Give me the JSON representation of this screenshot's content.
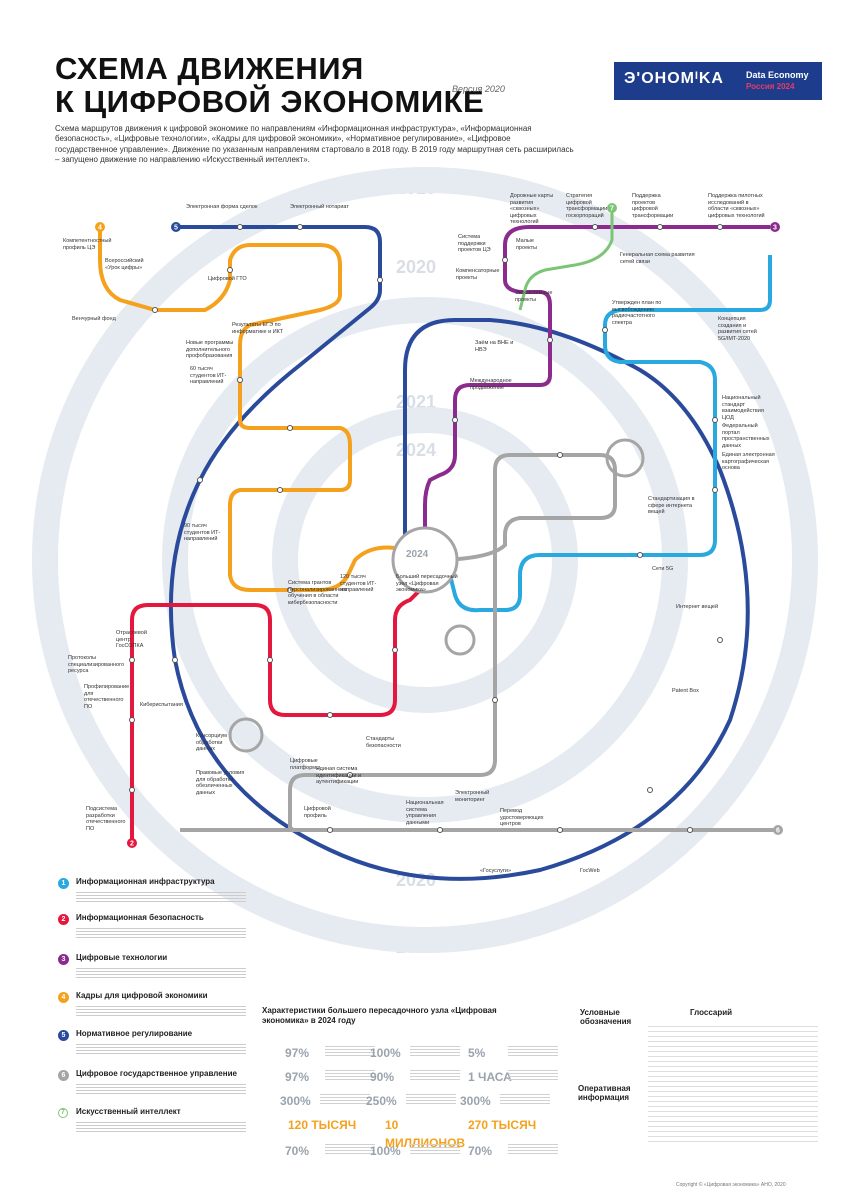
{
  "header": {
    "title_line1": "СХЕМА ДВИЖЕНИЯ",
    "title_line2": "К ЦИФРОВОЙ ЭКОНОМИКЕ",
    "version": "Версия 2020",
    "intro": "Схема маршрутов движения к цифровой экономике по направлениям «Информационная инфраструктура», «Информационная безопасность», «Цифровые технологии», «Кадры для цифровой экономики», «Нормативное регулирование», «Цифровое государственное управление». Движение по указанным направлениям стартовало в 2018 году. В 2019 году маршрутная сеть расширилась – запущено движение по направлению «Искусственный интеллект»."
  },
  "logo": {
    "word": "ЭʹОНОМᴵKA",
    "sub1": "Data Economy",
    "sub2": "Россия 2024"
  },
  "years": [
    "2019",
    "2020",
    "2021",
    "2024",
    "2024",
    "2021",
    "2020",
    "2019"
  ],
  "lines": [
    {
      "num": "1",
      "name": "Информационная инфраструктура",
      "color": "#29a9e0"
    },
    {
      "num": "2",
      "name": "Информационная безопасность",
      "color": "#e4173e"
    },
    {
      "num": "3",
      "name": "Цифровые технологии",
      "color": "#8b2b8e"
    },
    {
      "num": "4",
      "name": "Кадры для цифровой экономики",
      "color": "#f4a21d"
    },
    {
      "num": "5",
      "name": "Нормативное регулирование",
      "color": "#2a4a9b"
    },
    {
      "num": "6",
      "name": "Цифровое государственное управление",
      "color": "#a5a5a5"
    },
    {
      "num": "7",
      "name": "Искусственный интеллект",
      "color": "#7cc576"
    }
  ],
  "stations": {
    "blue_top": [
      "Электронная форма сделок",
      "Электронный нотариат"
    ],
    "orange": [
      "Компетентностный профиль ЦЭ",
      "Всероссийский «Урок цифры»",
      "Венчурный фонд",
      "Цифровой ГТО",
      "Результаты ЕГЭ по информатике и ИКТ",
      "Новые программы дополнительного профобразования",
      "60 тысяч студентов ИТ-направлений",
      "90 тысяч студентов ИТ-направлений",
      "Система грантов персонализированного обучения в области кибербезопасности",
      "120 тысяч студентов ИТ-направлений"
    ],
    "purple": [
      "Дорожные карты развития «сквозных» цифровых технологий",
      "Стратегия цифровой трансформации госкорпораций",
      "Поддержка проектов цифровой трансформации",
      "Поддержка пилотных исследований в области «сквозных» цифровых технологий",
      "Система поддержки проектов ЦЭ",
      "Малые проекты",
      "Компенсаторные проекты",
      "Экосистемные проекты",
      "Заём на ВНЕ и НВЭ",
      "Международное продвижение"
    ],
    "cyan": [
      "Генеральная схема развития сетей связи",
      "Утвержден план по высвобождению радиочастотного спектра",
      "Концепция создания и развития сетей 5G/IMT-2020",
      "Национальный стандарт взаимодействия ЦОД",
      "Федеральный портал пространственных данных",
      "Единая электронная картографическая основа",
      "Стандартизация в сфере интернета вещей",
      "Сети 5G",
      "Интернет вещей",
      "Patent Box"
    ],
    "red": [
      "Отраслевой центр ГосСОПКА",
      "Протоколы специализированного ресурса",
      "Профилирование для отечественного ПО",
      "Кибериспытания",
      "Подсистема разработки отечественного ПО",
      "Консорциум обработки данных",
      "Правовые условия для обработки обезличенных данных"
    ],
    "gray": [
      "Цифровой профиль",
      "Единая система идентификации и аутентификации",
      "Стандарты безопасности",
      "Национальная система управления данными",
      "Цифровые платформы",
      "Электронный мониторинг",
      "Перевод удостоверяющих центров",
      "«Госуслуги»",
      "ГосWeb"
    ],
    "hub": [
      "2024",
      "Больший пересадочный узел «Цифровая экономика»"
    ]
  },
  "legend_title_stats": "Характеристики большего пересадочного узла «Цифровая экономика» в 2024 году",
  "stats": [
    [
      "97%",
      "100%",
      "5%"
    ],
    [
      "97%",
      "90%",
      "1 ЧАСА"
    ],
    [
      "300%",
      "250%",
      "300%"
    ],
    [
      "120 ТЫСЯЧ",
      "10 МИЛЛИОНОВ",
      "270 ТЫСЯЧ"
    ],
    [
      "70%",
      "100%",
      "70%"
    ]
  ],
  "conditions_title": "Условные обозначения",
  "ops_title": "Оперативная информация",
  "glossary_title": "Глоссарий",
  "footer": "Copyright © «Цифровая экономика» АНО, 2020"
}
